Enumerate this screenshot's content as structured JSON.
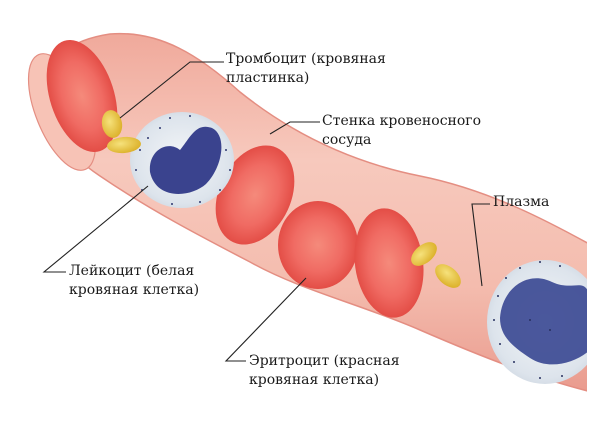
{
  "labels": {
    "platelet": [
      "Тромбоцит (кровяная",
      "пластинка)"
    ],
    "vessel_wall": [
      "Стенка кровеносного",
      "сосуда"
    ],
    "plasma": [
      "Плазма"
    ],
    "leukocyte": [
      "Лейкоцит (белая",
      "кровяная клетка)"
    ],
    "erythrocyte": [
      "Эритроцит (красная",
      "кровяная клетка)"
    ]
  },
  "colors": {
    "vessel": "#f2b5a6",
    "vessel_edge": "#e38f84",
    "erythrocyte": "#ee5f5a",
    "erythrocyte_center": "#f38777",
    "platelet": "#e8c43a",
    "leukocyte_nucleus": "#39418c",
    "leukocyte_cytoplasm": "#dfe6ee"
  }
}
